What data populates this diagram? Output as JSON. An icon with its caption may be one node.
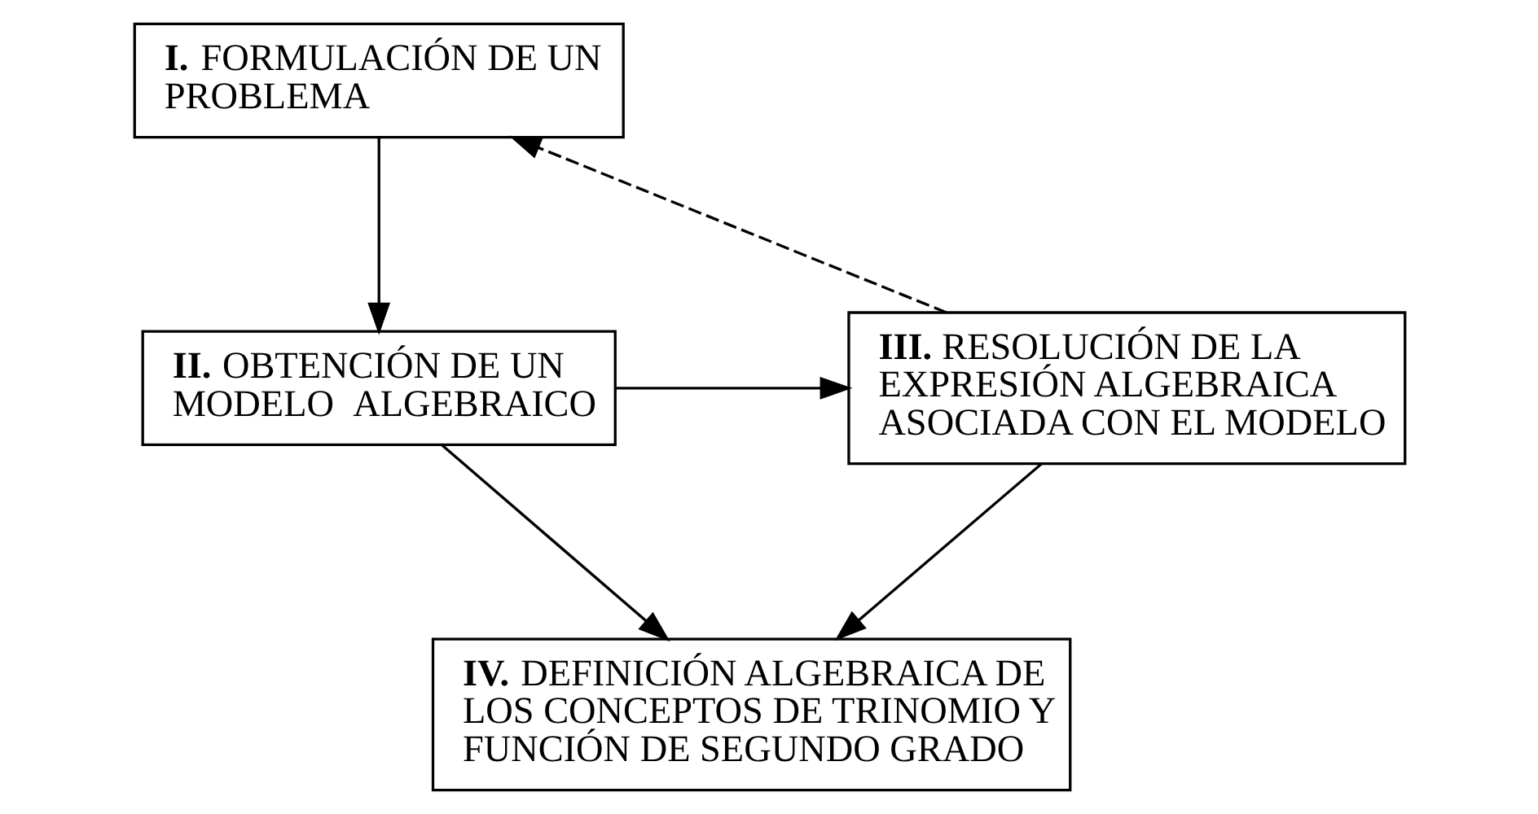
{
  "diagram": {
    "nodes": [
      {
        "text": [
          "**I.** FORMULACIÓN DE UN PROBLEMA"
        ]
      },
      {
        "text": [
          "**II.** OBTENCIÓN DE UN MODELO  ALGEBRAICO"
        ]
      },
      {
        "text": [
          "**III.** RESOLUCIÓN DE LA EXPRESIÓN ALGEBRAICA ASOCIADA CON EL MODELO"
        ]
      },
      {
        "text": [
          "**IV.** DEFINICIÓN ALGEBRAICA DE LOS CONCEPTOS DE TRINOMIO Y FUNCIÓN DE SEGUNDO GRADO"
        ]
      }
    ],
    "edges": [
      {
        "from": 0,
        "to": 1,
        "arrow": "to"
      },
      {
        "from": 1,
        "to": 2,
        "arrow": "to"
      },
      {
        "from": 2,
        "to": 0,
        "arrow": "to",
        "style": "dashed"
      },
      {
        "from": 1,
        "to": 3,
        "arrow": "to"
      },
      {
        "from": 2,
        "to": 3,
        "arrow": "to"
      }
    ]
  }
}
